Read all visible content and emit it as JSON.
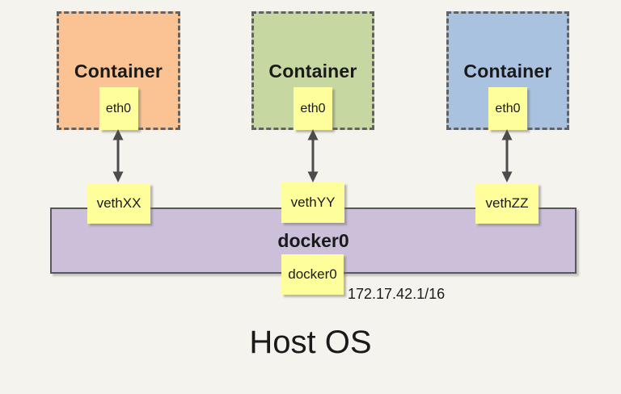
{
  "diagram": {
    "host_label": "Host OS",
    "background_color": "#F5F3EE",
    "tag_fill_color": "#FEFE9B",
    "arrow_color": "#4C4C4C",
    "containers": [
      {
        "label": "Container",
        "interface_tag": "eth0",
        "veth_tag": "vethXX",
        "fill_color": "#FBC394"
      },
      {
        "label": "Container",
        "interface_tag": "eth0",
        "veth_tag": "vethYY",
        "fill_color": "#C6D7A2"
      },
      {
        "label": "Container",
        "interface_tag": "eth0",
        "veth_tag": "vethZZ",
        "fill_color": "#A9C2DF"
      }
    ],
    "bridge": {
      "label": "docker0",
      "interface_tag": "docker0",
      "subnet": "172.17.42.1/16",
      "fill_color": "#CBBFDA"
    }
  }
}
